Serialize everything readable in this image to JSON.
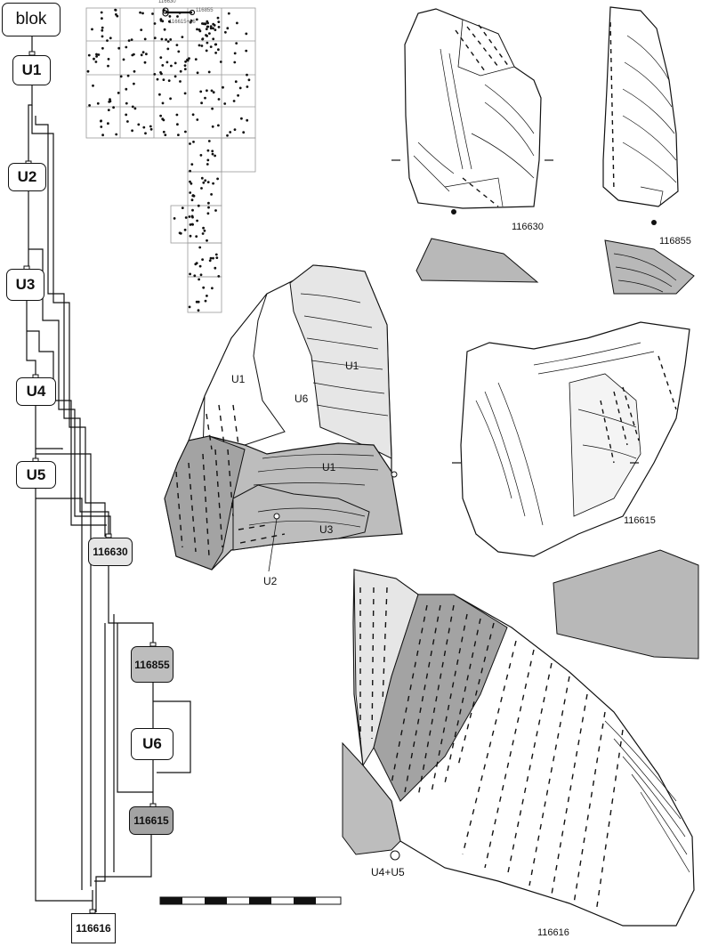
{
  "flowchart": {
    "root": "blok",
    "units": [
      "U1",
      "U2",
      "U3",
      "U4",
      "U5",
      "U6"
    ],
    "artefacts": [
      "116630",
      "116855",
      "116615",
      "116616"
    ]
  },
  "map": {
    "labels": [
      "116630",
      "116855",
      "116615+16"
    ]
  },
  "refit": {
    "labels": [
      "U1",
      "U6",
      "U1",
      "U1",
      "U3",
      "U2"
    ]
  },
  "drawings": {
    "116630": "116630",
    "116855": "116855",
    "116615": "116615",
    "116616": "116616",
    "u4u5": "U4+U5"
  },
  "colors": {
    "light_gray": "#e6e6e6",
    "mid_gray": "#bdbdbd",
    "dark_gray": "#a3a3a3",
    "section_gray": "#b8b8b8"
  }
}
